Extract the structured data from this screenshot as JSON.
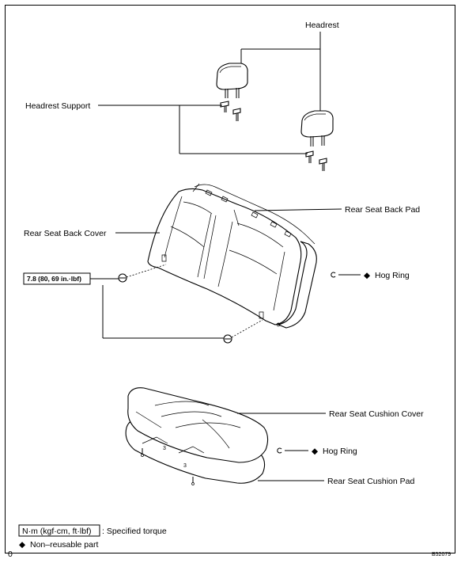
{
  "labels": {
    "headrest": "Headrest",
    "headrest_support": "Headrest Support",
    "rear_seat_back_pad": "Rear Seat Back Pad",
    "rear_seat_back_cover": "Rear Seat Back Cover",
    "torque_spec": "7.8 (80, 69 in.·lbf)",
    "hog_ring_1": "Hog Ring",
    "hog_ring_2": "Hog Ring",
    "rear_seat_cushion_cover": "Rear Seat Cushion Cover",
    "rear_seat_cushion_pad": "Rear Seat Cushion Pad"
  },
  "legend": {
    "torque_unit": "N·m (kgf·cm, ft·lbf)",
    "torque_desc": ": Specified torque",
    "nonreusable_desc": "Non–reusable part",
    "diamond_symbol": "◆"
  },
  "footer": {
    "left_mark": "0",
    "figure_id": "B52079"
  }
}
